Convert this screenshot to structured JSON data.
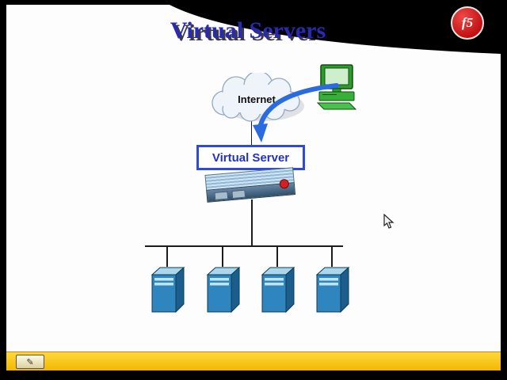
{
  "slide": {
    "title": "Virtual Servers",
    "cloud_label": "Internet",
    "virtual_server_label": "Virtual Server",
    "logo_text": "f5",
    "server_count": 4
  },
  "toolbar": {
    "pen_tool_glyph": "✎"
  },
  "icons": {
    "f5_logo": "red circle f5 brand mark",
    "internet_cloud": "cloud outline shape",
    "computer": "green desktop computer clipart",
    "curved_arrow": "blue curved arrow pointing to virtual server",
    "load_balancer": "BIG-IP appliance slab with f5 badge",
    "server": "blue 3D tower server",
    "mouse_cursor": "arrow pointer",
    "pen_tool": "presenter pen annotation button"
  },
  "colors": {
    "title_text": "#2a2aae",
    "virtual_server_border": "#2f4bd6",
    "logo_red": "#d01818",
    "bottom_bar_yellow": "#f2b800",
    "arrow_blue": "#2a6be0",
    "server_blue": "#2f86be",
    "background": "#000000"
  }
}
